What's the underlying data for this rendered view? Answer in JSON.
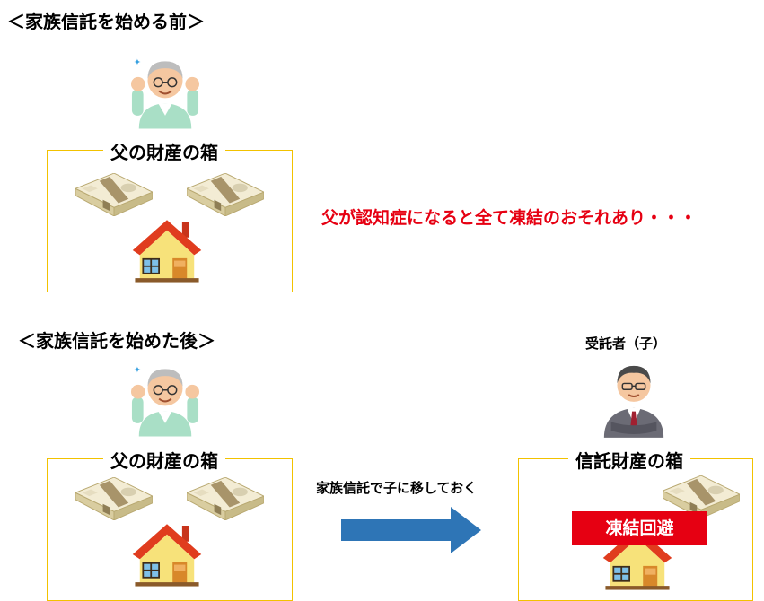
{
  "before": {
    "heading": "＜家族信託を始める前＞",
    "box_title": "父の財産の箱",
    "warning": "父が認知症になると全て凍結のおそれあり・・・"
  },
  "after": {
    "heading": "＜家族信託を始めた後＞",
    "box_title": "父の財産の箱",
    "arrow_label": "家族信託で子に移しておく",
    "trustee_label": "受託者（子）",
    "trust_box_title": "信託財産の箱",
    "freeze_badge": "凍結回避"
  },
  "colors": {
    "box_border": "#f2c200",
    "warning_text": "#e60012",
    "arrow": "#2e75b6",
    "badge_bg": "#e60012"
  },
  "icons": [
    "elderly-father-icon",
    "money-bundle-icon",
    "house-icon",
    "trustee-son-icon",
    "right-arrow-icon"
  ]
}
